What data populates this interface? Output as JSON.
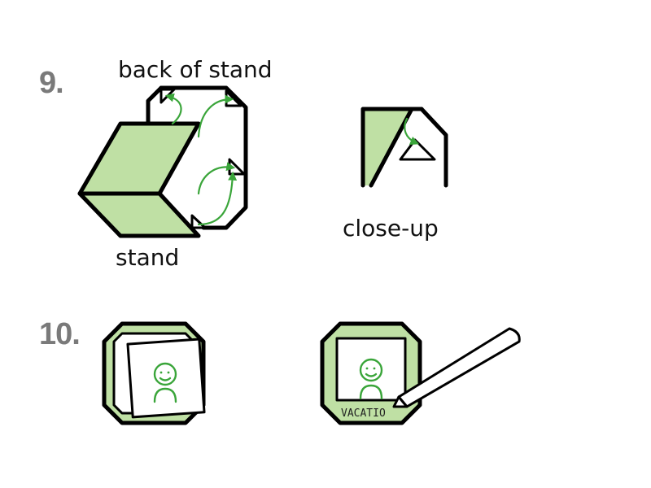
{
  "step9": {
    "number": "9.",
    "label_back": "back of stand",
    "label_stand": "stand",
    "label_closeup": "close-up"
  },
  "step10": {
    "number": "10.",
    "frame_text": "VACATIO"
  },
  "colors": {
    "accent_green": "#bfe0a4",
    "arrow_green": "#3aa53a",
    "step_number_gray": "#7a7a7a",
    "ink": "#000000"
  }
}
